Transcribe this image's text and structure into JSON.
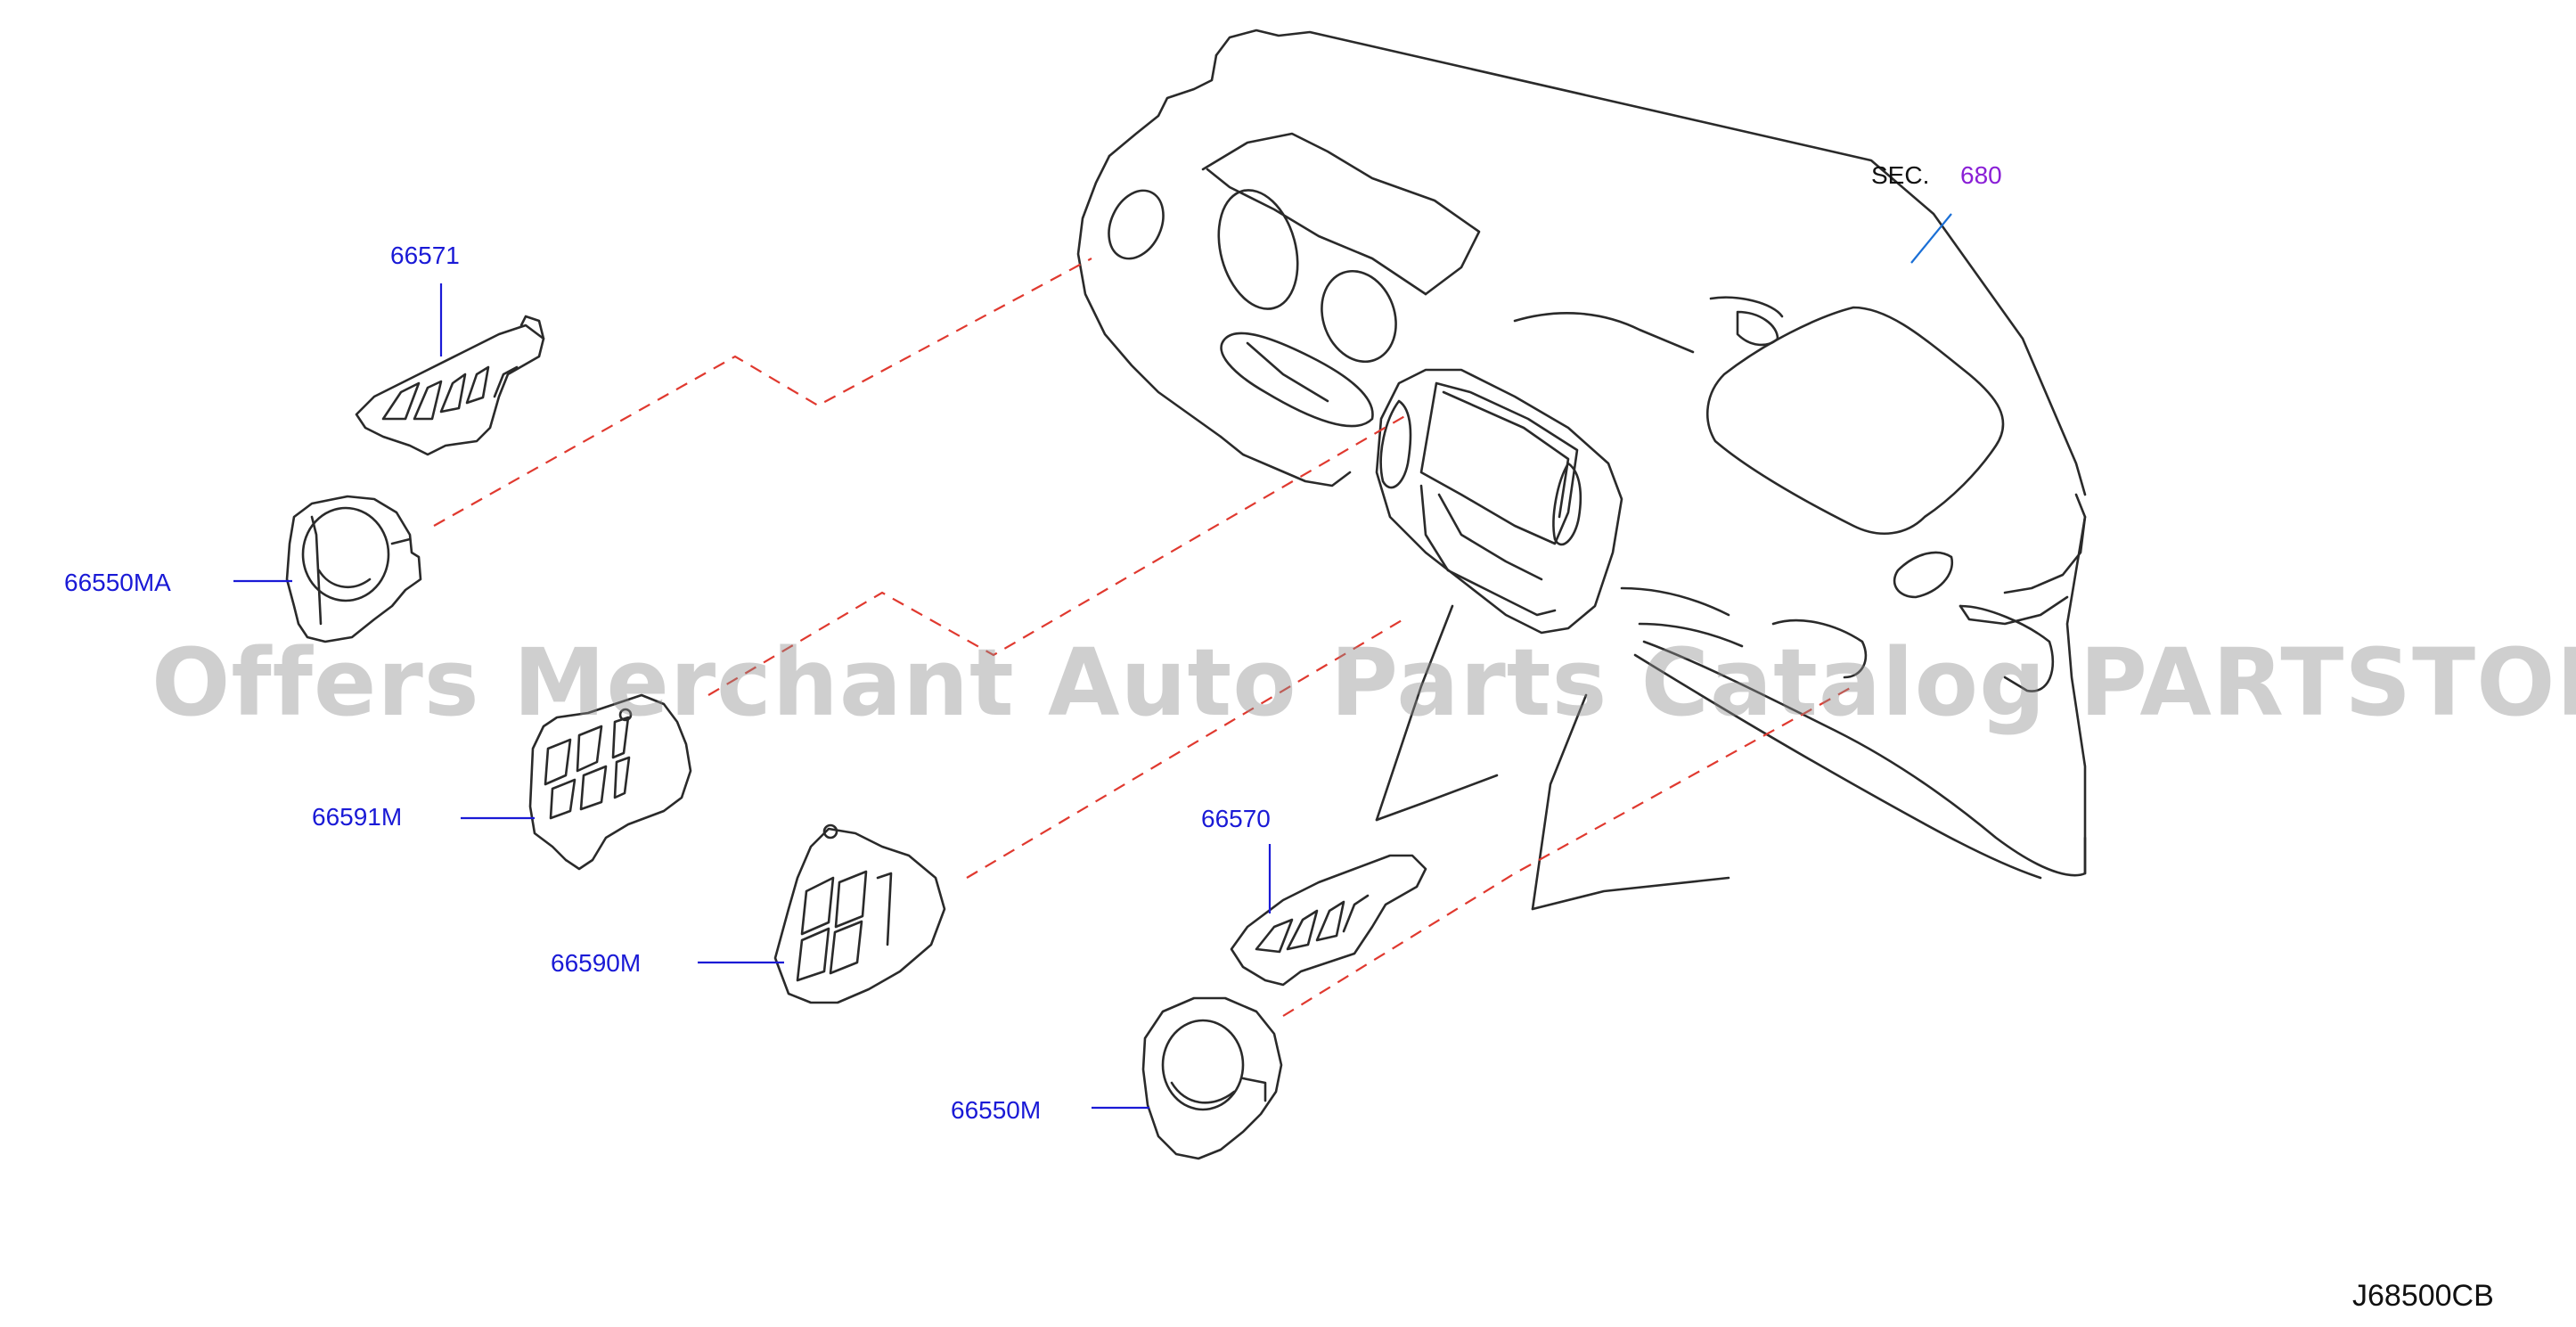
{
  "watermark": "Offers Merchant Auto Parts Catalog PARTSTORE.SA",
  "section": {
    "prefix": "SEC.",
    "number": "680"
  },
  "parts": [
    {
      "id": "p66571",
      "label": "66571"
    },
    {
      "id": "p66550MA",
      "label": "66550MA"
    },
    {
      "id": "p66591M",
      "label": "66591M"
    },
    {
      "id": "p66590M",
      "label": "66590M"
    },
    {
      "id": "p66570",
      "label": "66570"
    },
    {
      "id": "p66550M",
      "label": "66550M"
    }
  ],
  "diagram_code": "J68500CB",
  "colors": {
    "part_label": "#1a1ad6",
    "section_link": "#8a1fd6",
    "dashed_line": "#e0392f",
    "outline": "#2a2a2a",
    "watermark": "#8c8c8c"
  }
}
